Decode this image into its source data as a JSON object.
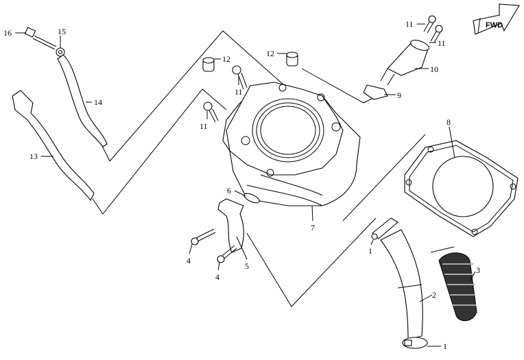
{
  "diagram": {
    "type": "exploded-parts-diagram",
    "direction_badge": "FWD",
    "callouts": {
      "c16": "16",
      "c15": "15",
      "c14": "14",
      "c13": "13",
      "c12a": "12",
      "c11a": "11",
      "c11b": "11",
      "c12b": "12",
      "c11c": "11",
      "c11d": "11",
      "c10": "10",
      "c9": "9",
      "c8": "8",
      "c7": "7",
      "c6": "6",
      "c5": "5",
      "c4a": "4",
      "c4b": "4",
      "c3": "3",
      "c2": "2",
      "c1a": "1",
      "c1b": "1"
    }
  }
}
